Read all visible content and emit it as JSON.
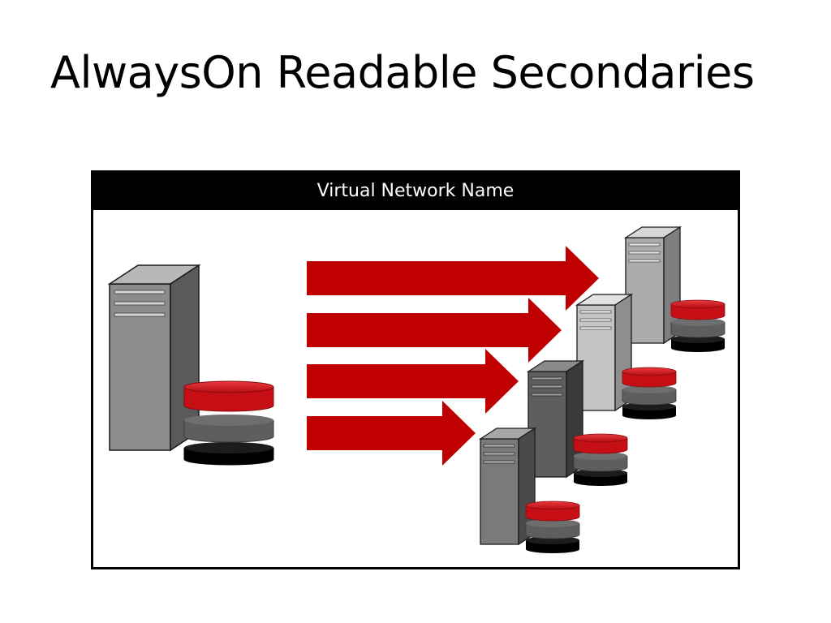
{
  "slide": {
    "title": "AlwaysOn Readable Secondaries"
  },
  "diagram": {
    "container_label": "Virtual Network Name",
    "primary": {
      "server_icon": "server-tower-icon",
      "database_icon": "database-stack-icon"
    },
    "replication_arrow_count": 4,
    "secondary_count": 4
  },
  "colors": {
    "arrow": "#c00000",
    "db_top": "#d8161d",
    "db_middle": "#606060",
    "db_bottom": "#000000",
    "primary_server_front": "#8c8c8c",
    "secondary_1_front": "#ababab",
    "secondary_2_front": "#c4c4c4",
    "secondary_3_front": "#5e5e5e",
    "secondary_4_front": "#7a7a7a"
  }
}
